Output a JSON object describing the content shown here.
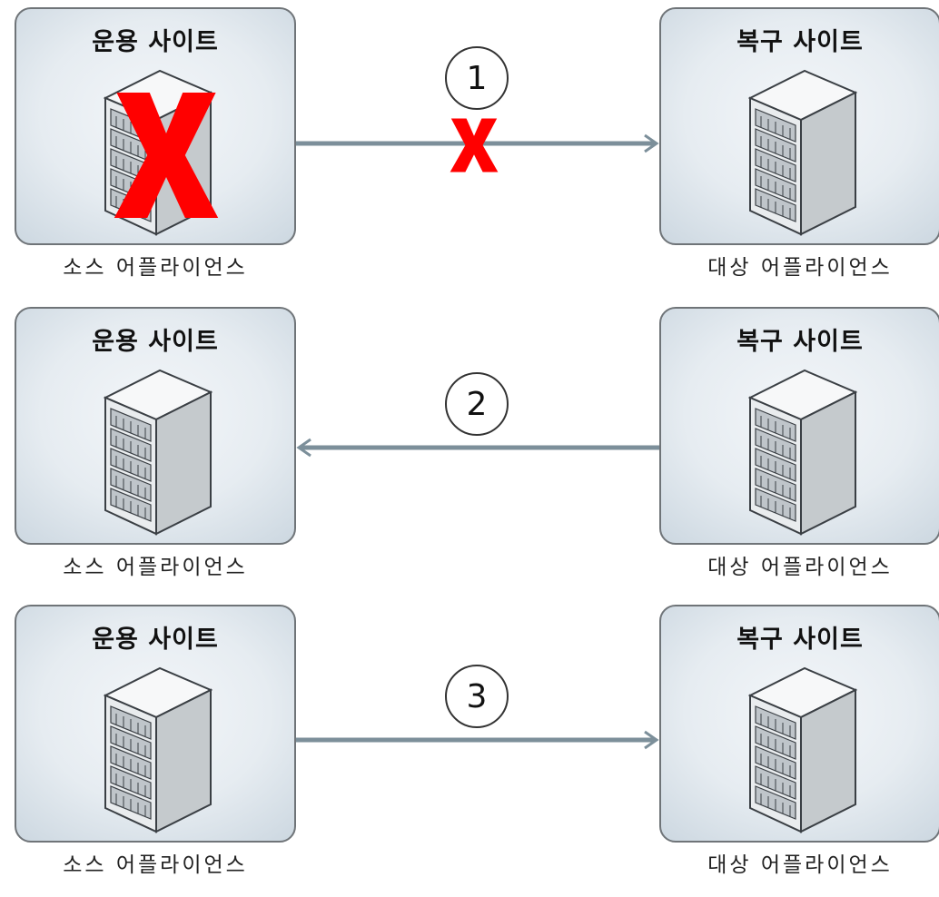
{
  "rows": [
    {
      "step": "1",
      "source": {
        "title": "운용 사이트",
        "label": "소스 어플라이언스",
        "failed": true
      },
      "target": {
        "title": "복구 사이트",
        "label": "대상 어플라이언스"
      },
      "arrow_direction": "source-to-target",
      "link_failed": true
    },
    {
      "step": "2",
      "source": {
        "title": "운용 사이트",
        "label": "소스 어플라이언스",
        "failed": false
      },
      "target": {
        "title": "복구 사이트",
        "label": "대상 어플라이언스"
      },
      "arrow_direction": "target-to-source",
      "link_failed": false
    },
    {
      "step": "3",
      "source": {
        "title": "운용 사이트",
        "label": "소스 어플라이언스",
        "failed": false
      },
      "target": {
        "title": "복구 사이트",
        "label": "대상 어플라이언스"
      },
      "arrow_direction": "source-to-target",
      "link_failed": false
    }
  ],
  "colors": {
    "arrow": "#7c8f9a",
    "failure_x": "#ff0000",
    "box_border": "#6f7478",
    "server_front": "#e9ecee",
    "server_side": "#c5cacd"
  },
  "icons": {
    "server": "server-rack-icon",
    "failure": "red-x-icon"
  }
}
